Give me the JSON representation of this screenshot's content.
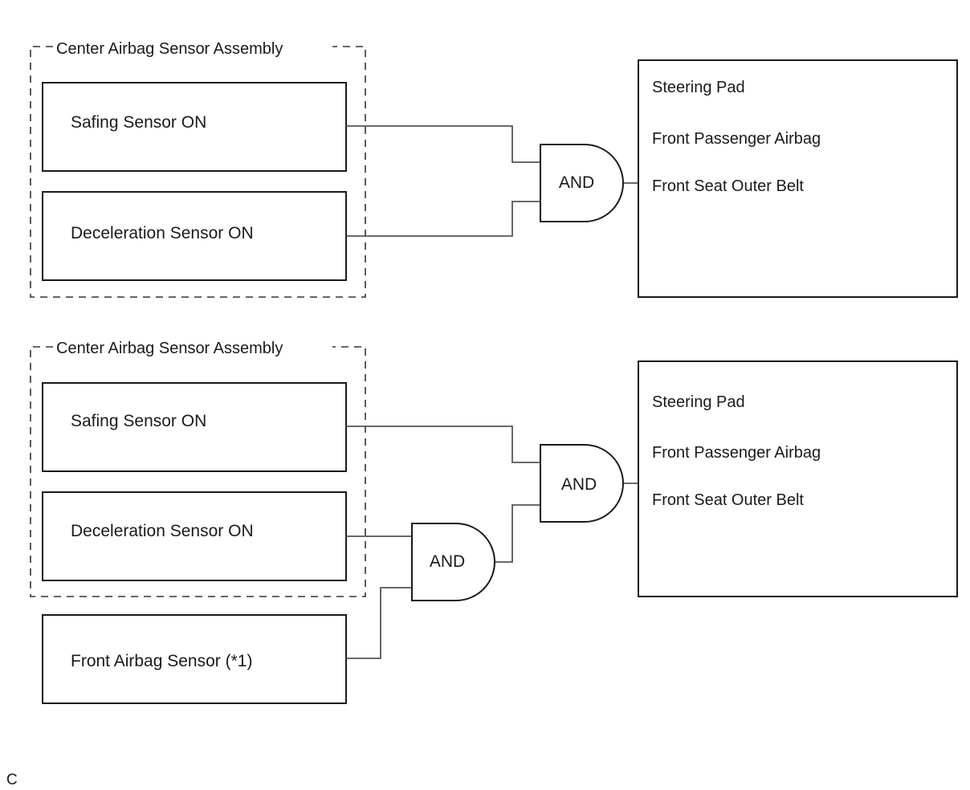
{
  "diagram": {
    "top": {
      "assembly_label": "Center Airbag Sensor Assembly",
      "safing": "Safing Sensor ON",
      "deceleration": "Deceleration Sensor ON",
      "gate": "AND",
      "outputs": [
        "Steering Pad",
        "Front Passenger Airbag",
        "Front Seat Outer Belt"
      ]
    },
    "bottom": {
      "assembly_label": "Center Airbag Sensor Assembly",
      "safing": "Safing Sensor ON",
      "deceleration": "Deceleration Sensor ON",
      "front_sensor": "Front Airbag Sensor (*1)",
      "gate_main": "AND",
      "gate_sub": "AND",
      "outputs": [
        "Steering Pad",
        "Front Passenger Airbag",
        "Front Seat Outer Belt"
      ]
    },
    "corner_mark": "C"
  }
}
